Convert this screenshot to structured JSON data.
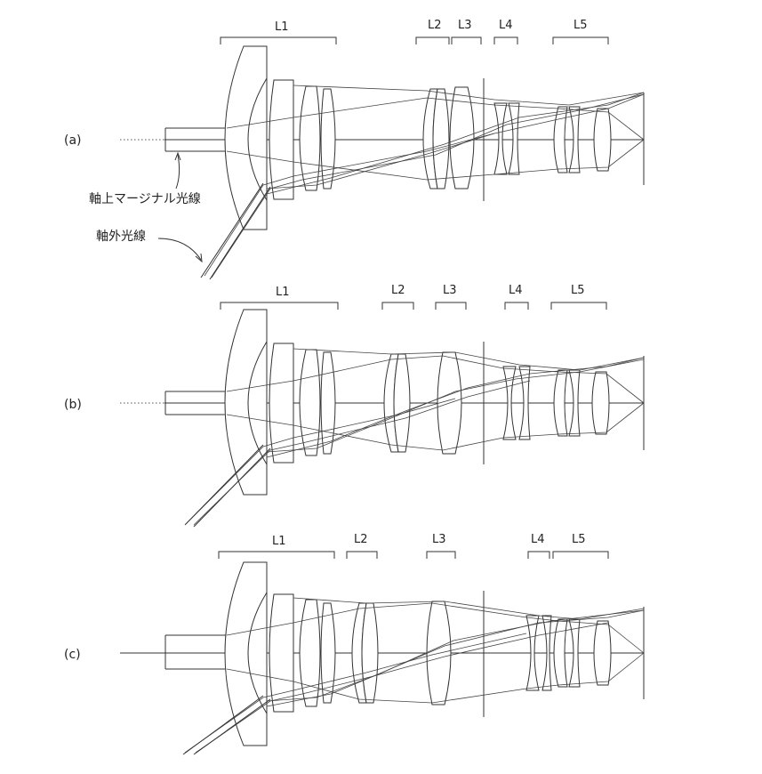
{
  "panels": [
    {
      "id": "a",
      "label": "(a)",
      "groups": [
        "L1",
        "L2",
        "L3",
        "L4",
        "L5"
      ]
    },
    {
      "id": "b",
      "label": "(b)",
      "groups": [
        "L1",
        "L2",
        "L3",
        "L4",
        "L5"
      ]
    },
    {
      "id": "c",
      "label": "(c)",
      "groups": [
        "L1",
        "L2",
        "L3",
        "L4",
        "L5"
      ]
    }
  ],
  "annotations": {
    "axial_marginal_ray": "軸上マージナル光線",
    "off_axis_ray": "軸外光線"
  },
  "colors": {
    "line": "#333333",
    "background": "#ffffff"
  }
}
